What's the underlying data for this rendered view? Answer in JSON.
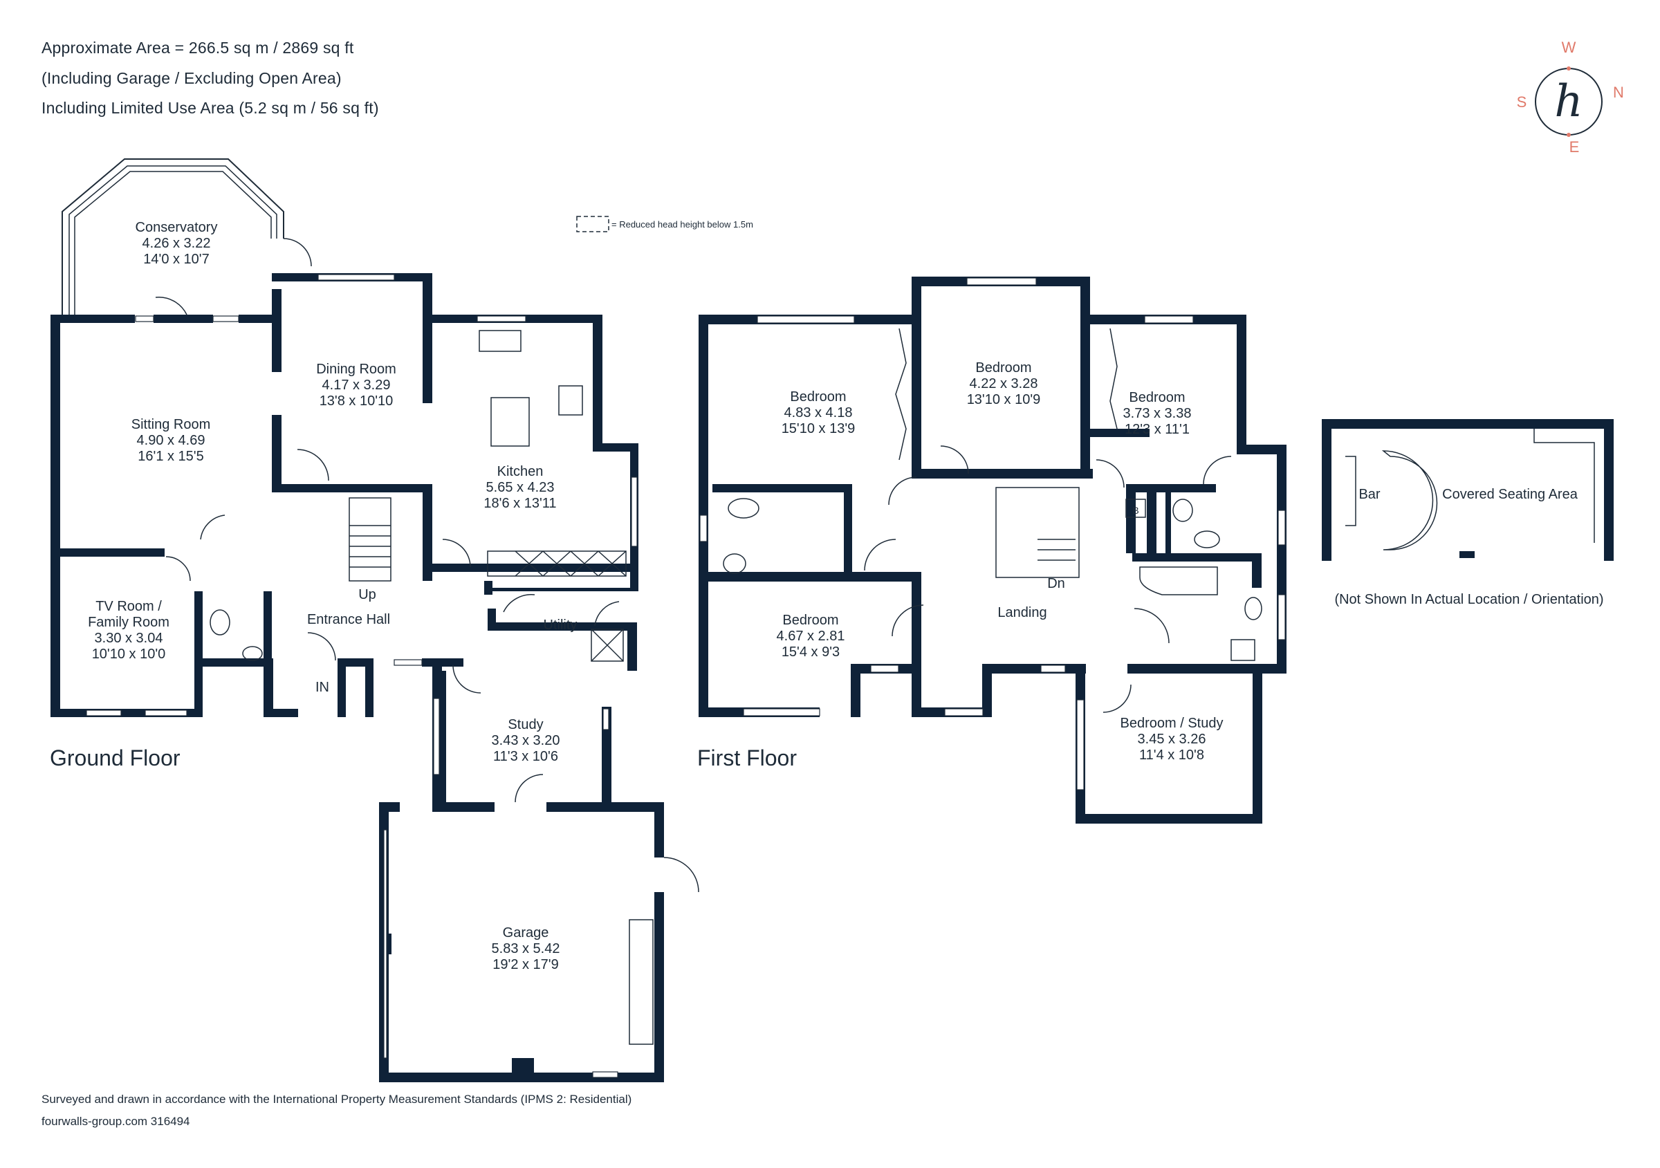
{
  "header": {
    "line1": "Approximate Area = 266.5 sq m / 2869 sq ft",
    "line2": "(Including Garage / Excluding Open Area)",
    "line3": "Including Limited Use Area (5.2 sq m / 56 sq ft)"
  },
  "compass": {
    "w": "W",
    "s": "S",
    "n": "N",
    "e": "E",
    "logo": "h",
    "accent": "#e07a6a"
  },
  "legend": {
    "text": "= Reduced head height below 1.5m"
  },
  "floors": {
    "ground": "Ground Floor",
    "first": "First Floor"
  },
  "rooms": {
    "conservatory": {
      "name": "Conservatory",
      "metric": "4.26 x 3.22",
      "imperial": "14'0 x 10'7"
    },
    "sitting": {
      "name": "Sitting Room",
      "metric": "4.90 x 4.69",
      "imperial": "16'1 x 15'5"
    },
    "dining": {
      "name": "Dining Room",
      "metric": "4.17 x 3.29",
      "imperial": "13'8 x 10'10"
    },
    "kitchen": {
      "name": "Kitchen",
      "metric": "5.65 x 4.23",
      "imperial": "18'6 x 13'11"
    },
    "tvroom": {
      "name1": "TV Room /",
      "name2": "Family Room",
      "metric": "3.30 x 3.04",
      "imperial": "10'10 x 10'0"
    },
    "hall": {
      "name": "Entrance Hall",
      "up": "Up",
      "in": "IN"
    },
    "utility": {
      "name": "Utility"
    },
    "study": {
      "name": "Study",
      "metric": "3.43 x 3.20",
      "imperial": "11'3 x 10'6"
    },
    "garage": {
      "name": "Garage",
      "metric": "5.83 x 5.42",
      "imperial": "19'2 x 17'9"
    },
    "bed1": {
      "name": "Bedroom",
      "metric": "4.83 x 4.18",
      "imperial": "15'10 x 13'9"
    },
    "bed2": {
      "name": "Bedroom",
      "metric": "4.22 x 3.28",
      "imperial": "13'10 x 10'9"
    },
    "bed3": {
      "name": "Bedroom",
      "metric": "3.73 x 3.38",
      "imperial": "12'3 x 11'1"
    },
    "bed4": {
      "name": "Bedroom",
      "metric": "4.67 x 2.81",
      "imperial": "15'4 x 9'3"
    },
    "landing": {
      "name": "Landing",
      "dn": "Dn",
      "boiler": "B"
    },
    "bedstudy": {
      "name": "Bedroom / Study",
      "metric": "3.45 x 3.26",
      "imperial": "11'4 x 10'8"
    }
  },
  "outbuilding": {
    "bar": "Bar",
    "seating": "Covered Seating Area",
    "note": "(Not Shown In Actual Location / Orientation)"
  },
  "footer": {
    "line1": "Surveyed and drawn in accordance with the International Property Measurement Standards (IPMS 2: Residential)",
    "line2": "fourwalls-group.com 316494"
  }
}
